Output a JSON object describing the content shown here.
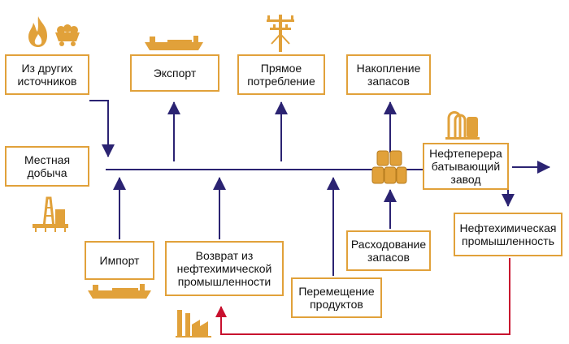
{
  "colors": {
    "box_border": "#e1a13a",
    "arrow_main": "#2b2372",
    "arrow_return": "#c8102e",
    "icon": "#e1a13a"
  },
  "boxes": {
    "other_sources": "Из других\nисточников",
    "export": "Экспорт",
    "direct_consumption": "Прямое\nпотребление",
    "stock_build": "Накопление\nзапасов",
    "local_production": "Местная\nдобыча",
    "refinery": "Нефтеперера\nбатывающий\nзавод",
    "petrochemical_industry": "Нефтехимическая\nпромышленность",
    "import": "Импорт",
    "petrochem_return": "Возврат из\nнефтехимической\nпромышленности",
    "product_transfer": "Перемещение\nпродуктов",
    "stock_draw": "Расходование\nзапасов"
  },
  "icons": [
    "flame-icon",
    "coal-cart-icon",
    "tanker-ship-icon",
    "power-pylon-icon",
    "oil-barrels-icon",
    "refinery-tanks-icon",
    "oil-rig-icon",
    "factory-icon"
  ]
}
